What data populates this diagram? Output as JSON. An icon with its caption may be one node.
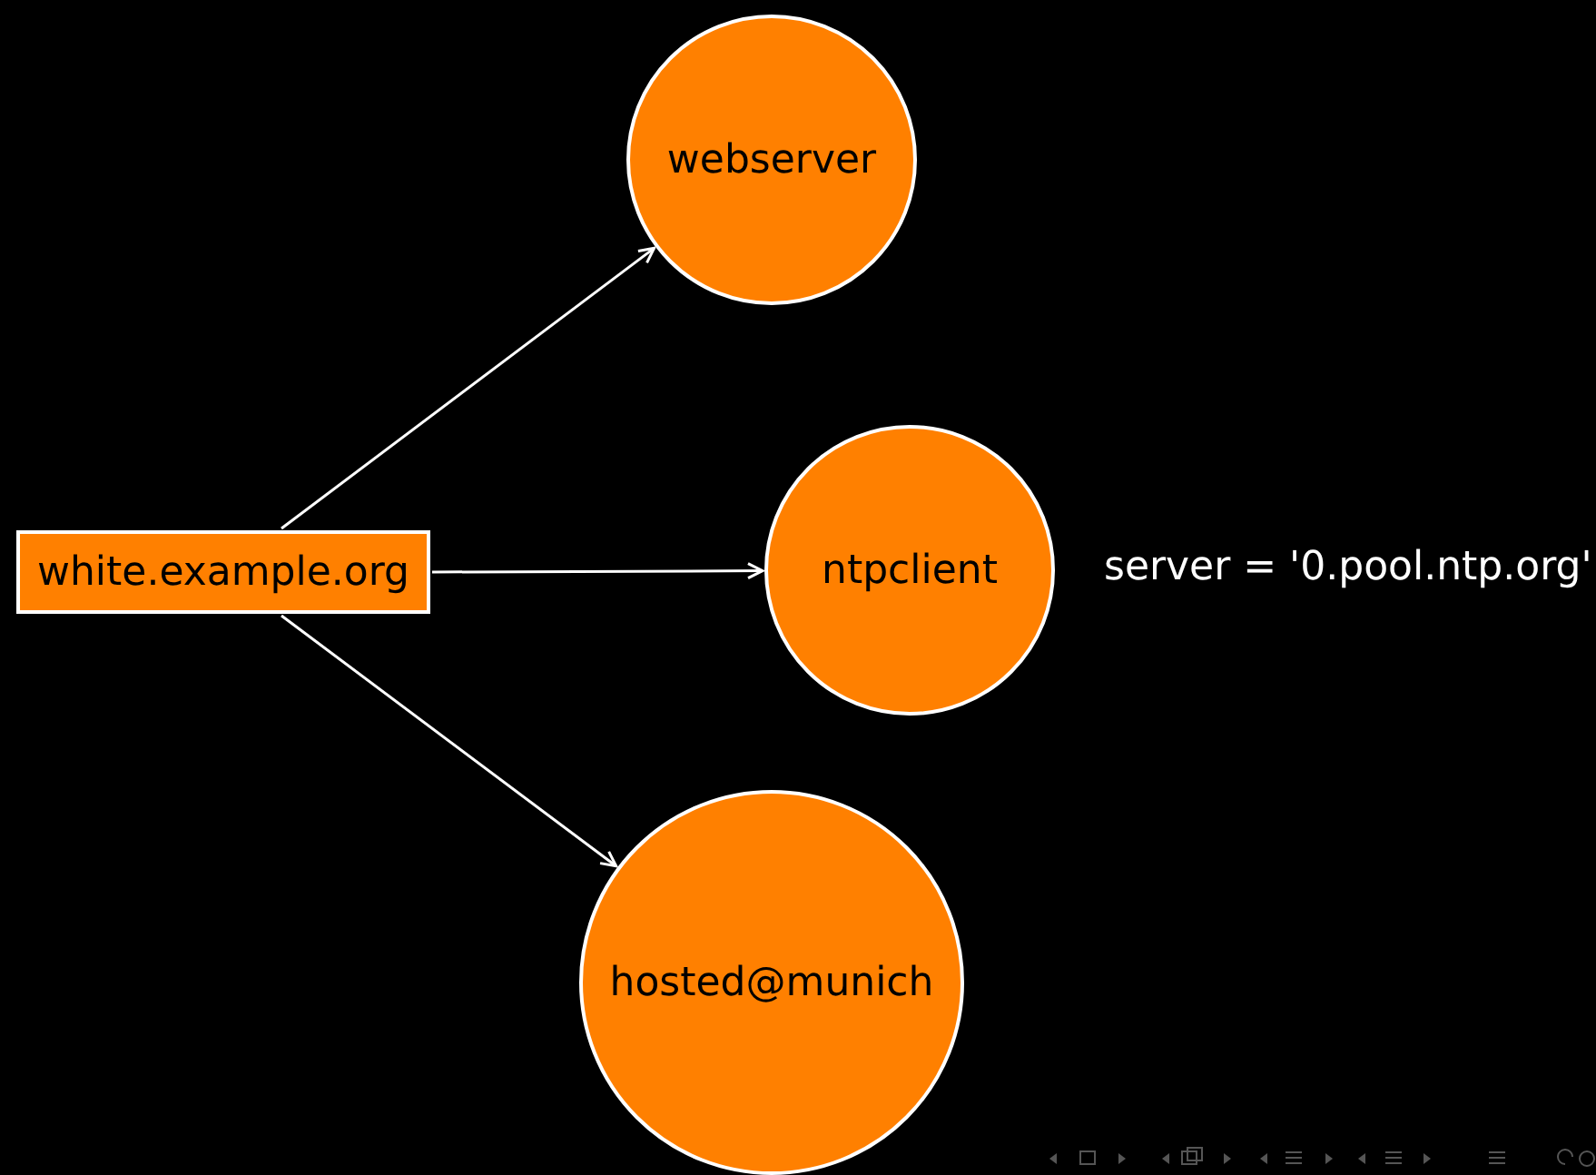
{
  "diagram": {
    "nodes": [
      {
        "text": [
          "white.example.org"
        ]
      },
      {
        "text": [
          "webserver"
        ]
      },
      {
        "text": [
          "ntpclient"
        ],
        "beside": [
          "server = '0.pool.ntp.org'"
        ]
      },
      {
        "text": [
          "hosted@munich"
        ]
      }
    ],
    "edges": [
      {
        "from": 0,
        "to": 1,
        "arrow": "to"
      },
      {
        "from": 0,
        "to": 2,
        "arrow": "to"
      },
      {
        "from": 0,
        "to": 3,
        "arrow": "to"
      }
    ]
  }
}
